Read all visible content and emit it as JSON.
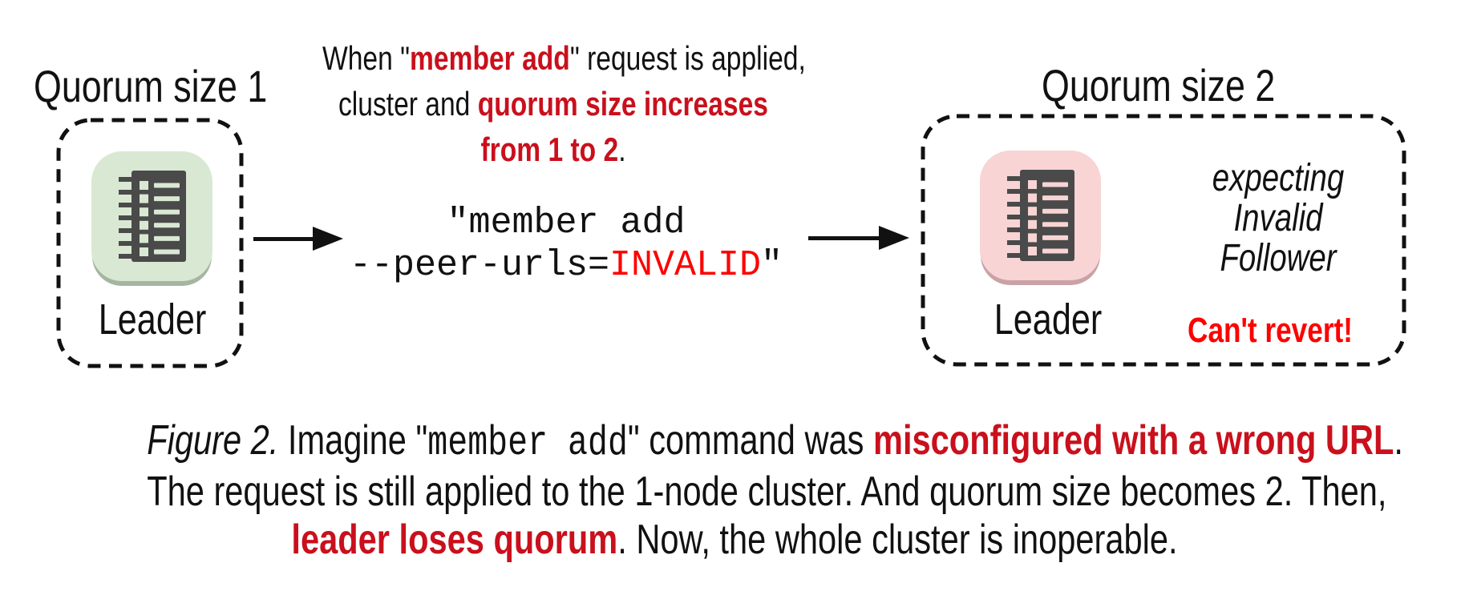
{
  "figure": {
    "colors": {
      "crimson_red": "#c9101c",
      "bright_red": "#fe0000",
      "green_node_bg": "#d9e8d3",
      "green_node_rim": "#a6b5a0",
      "pink_node_bg": "#f8d4d4",
      "pink_node_rim": "#c9a2a6",
      "icon_dark": "#4a4a4a",
      "ink": "#111111"
    },
    "left_cluster": {
      "title": "Quorum size 1",
      "node_label": "Leader",
      "node_icon": "log-list-icon"
    },
    "right_cluster": {
      "title": "Quorum size 2",
      "node_label": "Leader",
      "node_icon": "log-list-icon",
      "expecting_lines": [
        "expecting",
        "Invalid",
        "Follower"
      ],
      "warning": "Can't revert!"
    },
    "annotation": {
      "lines": [
        [
          {
            "t": "When \"",
            "s": "k"
          },
          {
            "t": "member add",
            "s": "r"
          },
          {
            "t": "\" request is applied,",
            "s": "k"
          }
        ],
        [
          {
            "t": "cluster and ",
            "s": "k"
          },
          {
            "t": "quorum size increases",
            "s": "r"
          }
        ],
        [
          {
            "t": "from 1 to 2",
            "s": "r"
          },
          {
            "t": ".",
            "s": "k"
          }
        ]
      ]
    },
    "command": {
      "lines": [
        [
          {
            "t": "\"member add",
            "s": "c"
          }
        ],
        [
          {
            "t": "--peer-urls=",
            "s": "c"
          },
          {
            "t": "INVALID",
            "s": "cr"
          },
          {
            "t": "\"",
            "s": "c"
          }
        ]
      ]
    },
    "caption": {
      "lines": [
        [
          {
            "t": "Figure 2.",
            "s": "i"
          },
          {
            "t": " Imagine \"",
            "s": "k"
          },
          {
            "t": "member add",
            "s": "m"
          },
          {
            "t": "\" command was ",
            "s": "k"
          },
          {
            "t": "misconfigured with a wrong URL",
            "s": "rb"
          },
          {
            "t": ".",
            "s": "k"
          }
        ],
        [
          {
            "t": "The request is still applied to the 1-node cluster. And quorum size becomes 2. Then,",
            "s": "k"
          }
        ],
        [
          {
            "t": "leader loses quorum",
            "s": "rb"
          },
          {
            "t": ". Now, the whole cluster is inoperable.",
            "s": "k"
          }
        ]
      ]
    }
  }
}
